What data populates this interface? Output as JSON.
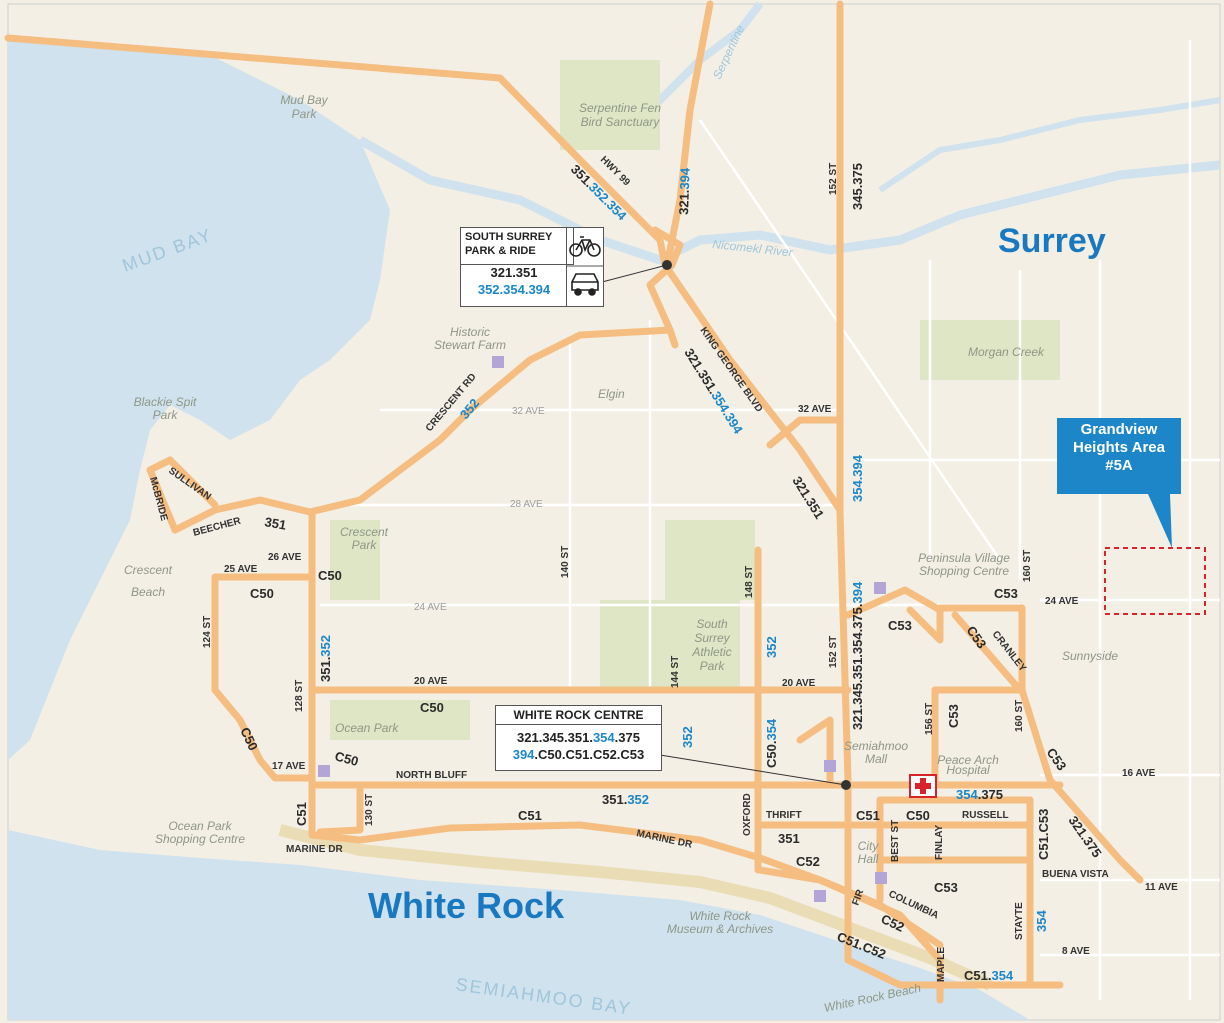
{
  "cities": {
    "surrey": "Surrey",
    "white_rock": "White Rock"
  },
  "water": {
    "mud_bay": "MUD BAY",
    "semiahmoo_bay": "SEMIAHMOO BAY",
    "nicomekl_river": "Nicomekl River",
    "serpentine": "Serpentine"
  },
  "places": {
    "mud_bay_park": [
      "Mud Bay",
      "Park"
    ],
    "serpentine_fen": [
      "Serpentine Fen",
      "Bird Sanctuary"
    ],
    "stewart_farm": [
      "Historic",
      "Stewart Farm"
    ],
    "blackie_spit": [
      "Blackie Spit",
      "Park"
    ],
    "crescent_park": [
      "Crescent",
      "Park"
    ],
    "crescent_beach": [
      "Crescent",
      "Beach"
    ],
    "elgin": "Elgin",
    "morgan_creek": "Morgan Creek",
    "sunnyside": "Sunnyside",
    "ocean_park": "Ocean Park",
    "south_surrey_athletic": [
      "South",
      "Surrey",
      "Athletic",
      "Park"
    ],
    "peninsula_village": [
      "Peninsula Village",
      "Shopping Centre"
    ],
    "semiahmoo_mall": [
      "Semiahmoo",
      "Mall"
    ],
    "peace_arch": [
      "Peace Arch",
      "Hospital"
    ],
    "ocean_park_shopping": [
      "Ocean Park",
      "Shopping Centre"
    ],
    "city_hall": [
      "City",
      "Hall"
    ],
    "museum": [
      "White Rock",
      "Museum & Archives"
    ],
    "white_rock_beach": "White Rock Beach"
  },
  "streets": {
    "hwy99": "HWY 99",
    "king_george": "KING GEORGE BLVD",
    "crescent_rd": "CRESCENT RD",
    "ave32": "32 AVE",
    "ave32b": "32 AVE",
    "ave28": "28 AVE",
    "ave26": "26 AVE",
    "ave25": "25 AVE",
    "ave24": "24 AVE",
    "ave24e": "24 AVE",
    "ave20": "20 AVE",
    "ave20b": "20 AVE",
    "ave17": "17 AVE",
    "ave16": "16 AVE",
    "ave11": "11 AVE",
    "ave8": "8 AVE",
    "st152": "152 ST",
    "st152b": "152 ST",
    "st160": "160 ST",
    "st160b": "160 ST",
    "st156": "156 ST",
    "st148": "148 ST",
    "st144": "144 ST",
    "st140": "140 ST",
    "st130": "130 ST",
    "st128": "128 ST",
    "st124": "124 ST",
    "sullivan": "SULLIVAN",
    "mcbride": "McBRIDE",
    "beecher": "BEECHER",
    "north_bluff": "NORTH BLUFF",
    "marine_dr": "MARINE DR",
    "marine_dr2": "MARINE DR",
    "oxford": "OXFORD",
    "thrift": "THRIFT",
    "russell": "RUSSELL",
    "best_st": "BEST ST",
    "finlay": "FINLAY",
    "cranley": "CRANLEY",
    "buena_vista": "BUENA VISTA",
    "columbia": "COLUMBIA",
    "fir": "FIR",
    "maple": "MAPLE",
    "stayte": "STAYTE"
  },
  "routes": {
    "r1": "351.",
    "r1b": "352.354",
    "r2": "321.",
    "r2b": "394",
    "r3": "345.375",
    "r3_st": "152 ST",
    "r4": "321.351.",
    "r4b": "354.394",
    "r5": "352",
    "r6": "321.351",
    "r7": "354.394",
    "r8": "351",
    "r9": "C50",
    "r10": "C50",
    "r11a": "351.",
    "r11b": "352",
    "r12": "C50",
    "r13": "C50",
    "r14": "C50",
    "r15": "C51",
    "r16": "351.",
    "r16b": "352",
    "r17": "C51",
    "r18": "352",
    "r19": "352",
    "r20a": "C50.",
    "r20b": "354",
    "r21": "321.345.351.354.375.",
    "r21b": "394",
    "r22": "C53",
    "r23": "C53",
    "r24": "C53",
    "r25": "C53",
    "r26": "C53",
    "r27a": "354",
    "r27b": ".375",
    "r28": "C51",
    "r29": "C50",
    "r30": "351",
    "r31": "C52",
    "r32": "C51.C53",
    "r33": "321.375",
    "r34": "354",
    "r35": "C53",
    "r36": "C52",
    "r37": "C51.C52",
    "r38a": "C51.",
    "r38b": "354"
  },
  "park_ride": {
    "title_line1": "SOUTH SURREY",
    "title_line2": "PARK & RIDE",
    "line1": "321.351",
    "line2": "352.354.394",
    "icons": [
      "bicycle-icon",
      "car-icon"
    ]
  },
  "wr_centre": {
    "title": "WHITE ROCK CENTRE",
    "l1a": "321.345.351.",
    "l1b": "354",
    "l1c": ".375",
    "l2a": "394",
    "l2b": ".C50.C51.C52.C53"
  },
  "grandview": {
    "line1": "Grandview",
    "line2": "Heights Area",
    "line3": "#5A"
  },
  "colors": {
    "route": "#f5bd80",
    "land": "#f3efe5",
    "water": "#cfe2ed",
    "park": "#dfe6c5",
    "blue": "#1b87c9",
    "callout": "#1d86c8"
  }
}
